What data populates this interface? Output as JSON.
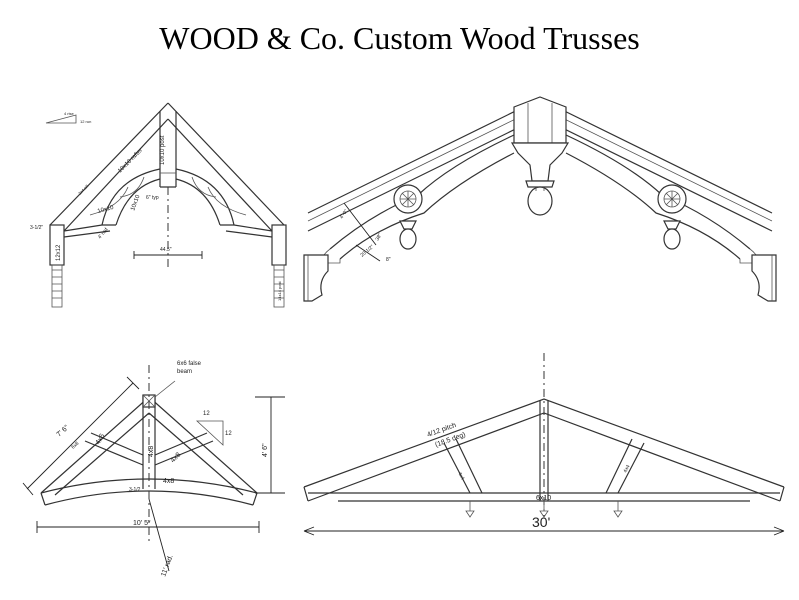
{
  "title": "WOOD & Co. Custom Wood Trusses",
  "diagram1": {
    "labels": {
      "pitch_note": "4 rise",
      "pitch_note2": "12 run",
      "rafter": "10x10 rafter",
      "king": "10x10 post",
      "brace": "10x10",
      "tie": "10x10",
      "left_post": "12x12",
      "overhang": "3-1/2\"",
      "spread": "44.5\"",
      "arch_rad": "4' rad",
      "upper_brace": "6\" typ",
      "heel": "2x4 sill",
      "right_post": "14x14 post"
    }
  },
  "diagram2": {
    "labels": {
      "a": "4'-0\"",
      "b": "20 1/2\"",
      "c": "38\"",
      "d": "8\""
    }
  },
  "diagram3": {
    "labels": {
      "false_beam": "6x6 false",
      "false_beam2": "beam",
      "rafter_len": "7' 6\"",
      "rafter_size": "6x8",
      "rafter_size2": "4x6",
      "post": "4x8",
      "brace": "4x8",
      "tie": "4x8",
      "tie_dim": "3-1/2",
      "pitch_rise": "12",
      "pitch_run": "12",
      "height": "4' 6\"",
      "span": "10' 5\"",
      "radius": "11' rad."
    }
  },
  "diagram4": {
    "labels": {
      "pitch": "4/12 pitch",
      "pitch_deg": "(18.5 deg)",
      "strut": "4x4",
      "strut2": "4x4",
      "tie": "6x10",
      "span": "30'"
    }
  }
}
